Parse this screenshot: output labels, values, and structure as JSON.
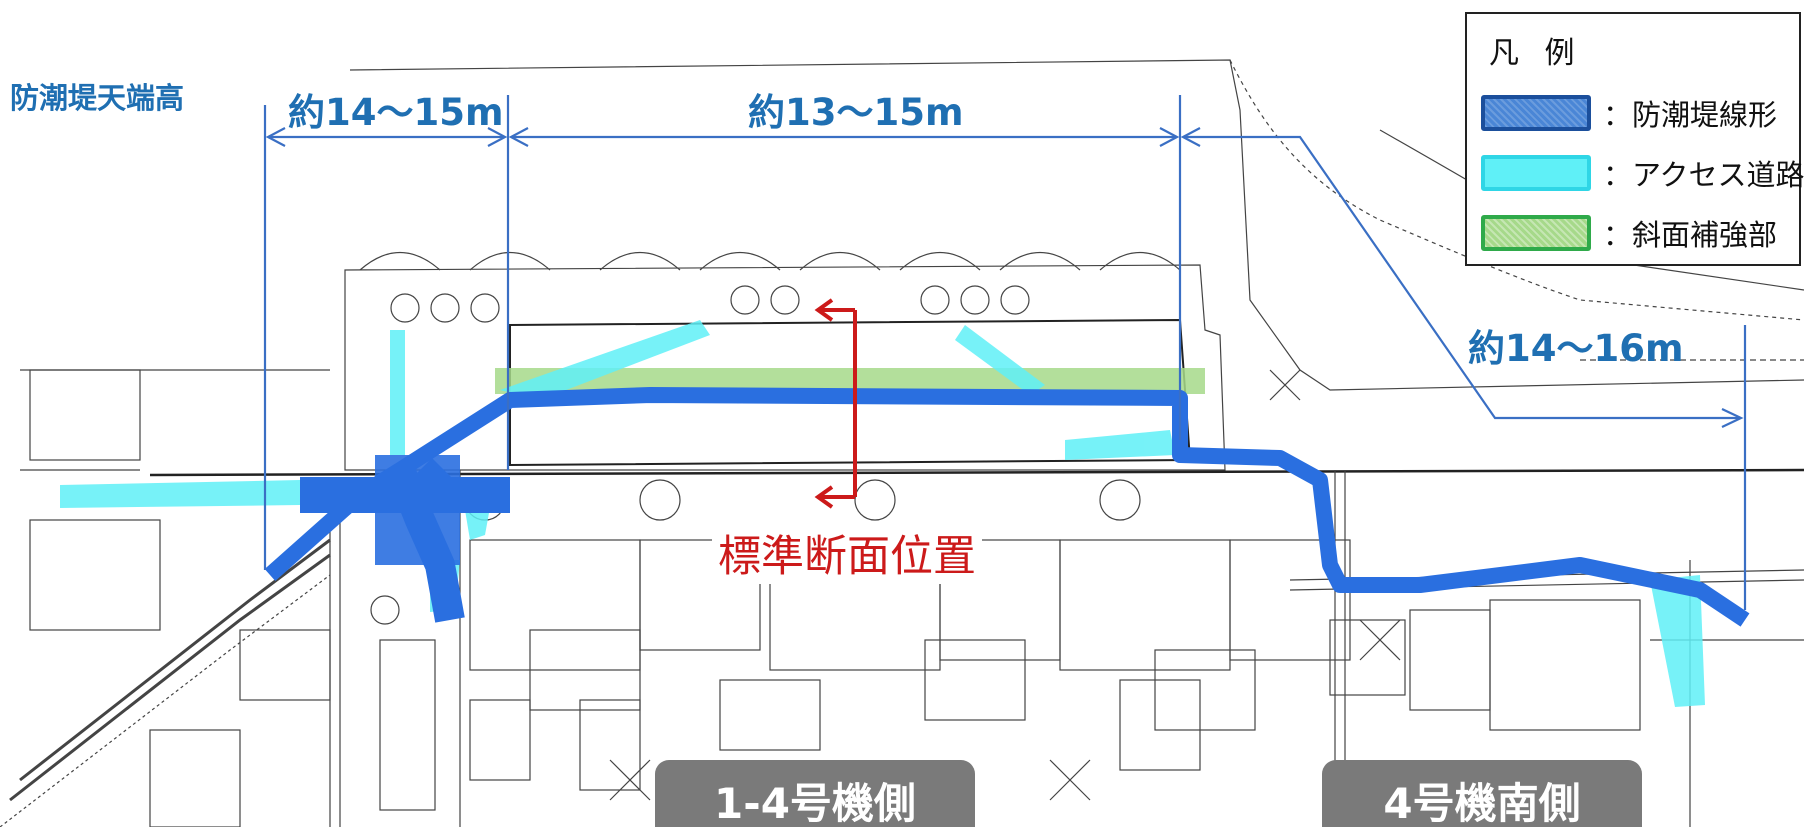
{
  "map": {
    "title_label": "防潮堤天端高",
    "dimensions": [
      "約14～15m",
      "約13～15m",
      "約14～16m"
    ],
    "standard_section_label": "標準断面位置",
    "areas": [
      "1-4号機側",
      "4号機南側"
    ]
  },
  "legend": {
    "title": "凡 例",
    "items": [
      {
        "label": "：防潮堤線形",
        "color": "#4a86d6",
        "border": "#1b4f9c"
      },
      {
        "label": "：アクセス道路",
        "color": "#5ff0f7",
        "border": "#2fd6e6"
      },
      {
        "label": "：斜面補強部",
        "color": "#a6d98a",
        "border": "#2faa4a"
      }
    ]
  },
  "colors": {
    "dimension_text": "#1f6fb2",
    "dimension_line": "#3a6fc4",
    "section_marker": "#cc1a1a",
    "tab_background": "#7a7a7a"
  }
}
